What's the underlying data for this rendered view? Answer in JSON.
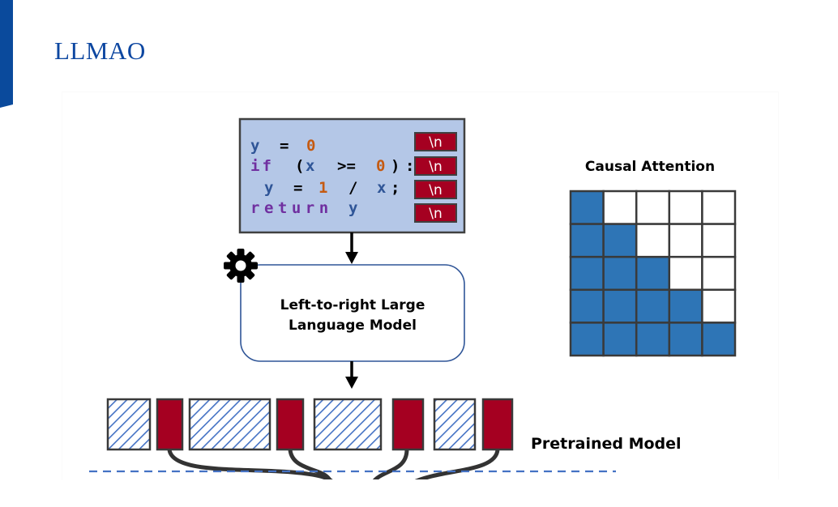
{
  "slide": {
    "title": "LLMAO"
  },
  "figure": {
    "code_block": {
      "lines": [
        [
          {
            "text": "y",
            "role": "identifier"
          },
          {
            "text": "=",
            "role": "operator"
          },
          {
            "text": "0",
            "role": "number"
          }
        ],
        [
          {
            "text": "if",
            "role": "keyword"
          },
          {
            "text": "(",
            "role": "punct"
          },
          {
            "text": "x",
            "role": "identifier"
          },
          {
            "text": ">=",
            "role": "operator"
          },
          {
            "text": "0",
            "role": "number"
          },
          {
            "text": ")",
            "role": "punct"
          },
          {
            "text": ":",
            "role": "punct"
          }
        ],
        [
          {
            "text": "y",
            "role": "identifier"
          },
          {
            "text": "=",
            "role": "operator"
          },
          {
            "text": "1",
            "role": "number"
          },
          {
            "text": "/",
            "role": "operator"
          },
          {
            "text": "x",
            "role": "identifier"
          },
          {
            "text": ";",
            "role": "punct"
          }
        ],
        [
          {
            "text": "return",
            "role": "keyword"
          },
          {
            "text": "y",
            "role": "identifier"
          }
        ]
      ],
      "line_texts": [
        "y = 0",
        "if (x >= 0):",
        " y = 1 / x;",
        "return y"
      ],
      "newline_token": "\\n",
      "newline_count": 4
    },
    "model_box": {
      "line1": "Left-to-right Large",
      "line2": "Language Model",
      "icon": "gear-icon"
    },
    "attention": {
      "title": "Causal Attention",
      "size": 5,
      "pattern": "lower-triangular"
    },
    "token_row": {
      "label": "Pretrained Model",
      "tokens": [
        "code",
        "newline",
        "code",
        "newline",
        "code",
        "newline",
        "code",
        "newline"
      ]
    },
    "colors": {
      "code_bg": "#b4c7e7",
      "newline_token": "#a50021",
      "attention_fill": "#2e75b6",
      "hatch": "#4472c4",
      "dashed_line": "#4472c4",
      "identifier": "#2f5597",
      "keyword": "#7030a0",
      "number": "#c55a11",
      "operator": "#000000",
      "punct": "#000000",
      "title": "#0d47a1"
    }
  }
}
